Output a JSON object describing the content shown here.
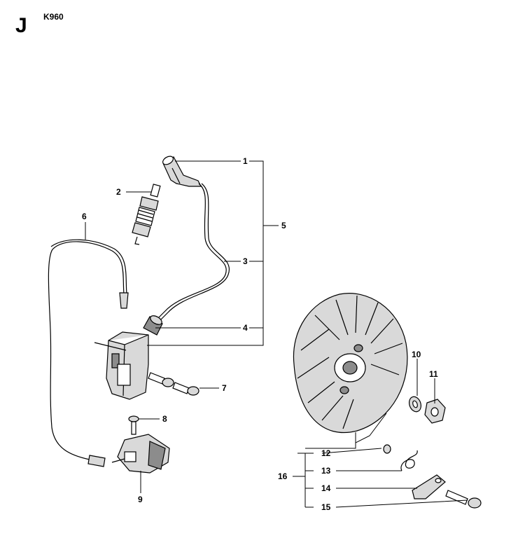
{
  "header": {
    "section_letter": "J",
    "model": "K960"
  },
  "callouts": [
    {
      "number": "1"
    },
    {
      "number": "2"
    },
    {
      "number": "3"
    },
    {
      "number": "4"
    },
    {
      "number": "5"
    },
    {
      "number": "6"
    },
    {
      "number": "7"
    },
    {
      "number": "8"
    },
    {
      "number": "9"
    },
    {
      "number": "10"
    },
    {
      "number": "11"
    },
    {
      "number": "12"
    },
    {
      "number": "13"
    },
    {
      "number": "14"
    },
    {
      "number": "15"
    },
    {
      "number": "16"
    }
  ]
}
